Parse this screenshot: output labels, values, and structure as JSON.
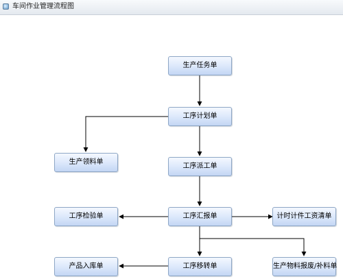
{
  "window": {
    "title": "车间作业管理流程图"
  },
  "flowchart": {
    "nodes": {
      "production_task": "生产任务单",
      "process_plan": "工序计划单",
      "material_requisition": "生产领料单",
      "process_dispatch": "工序派工单",
      "process_report": "工序汇报单",
      "process_inspection": "工序检验单",
      "piece_wage": "计时计件工资清单",
      "process_transfer": "工序移转单",
      "product_storage": "产品入库单",
      "material_scrap": "生产物料报废/补料单"
    }
  }
}
